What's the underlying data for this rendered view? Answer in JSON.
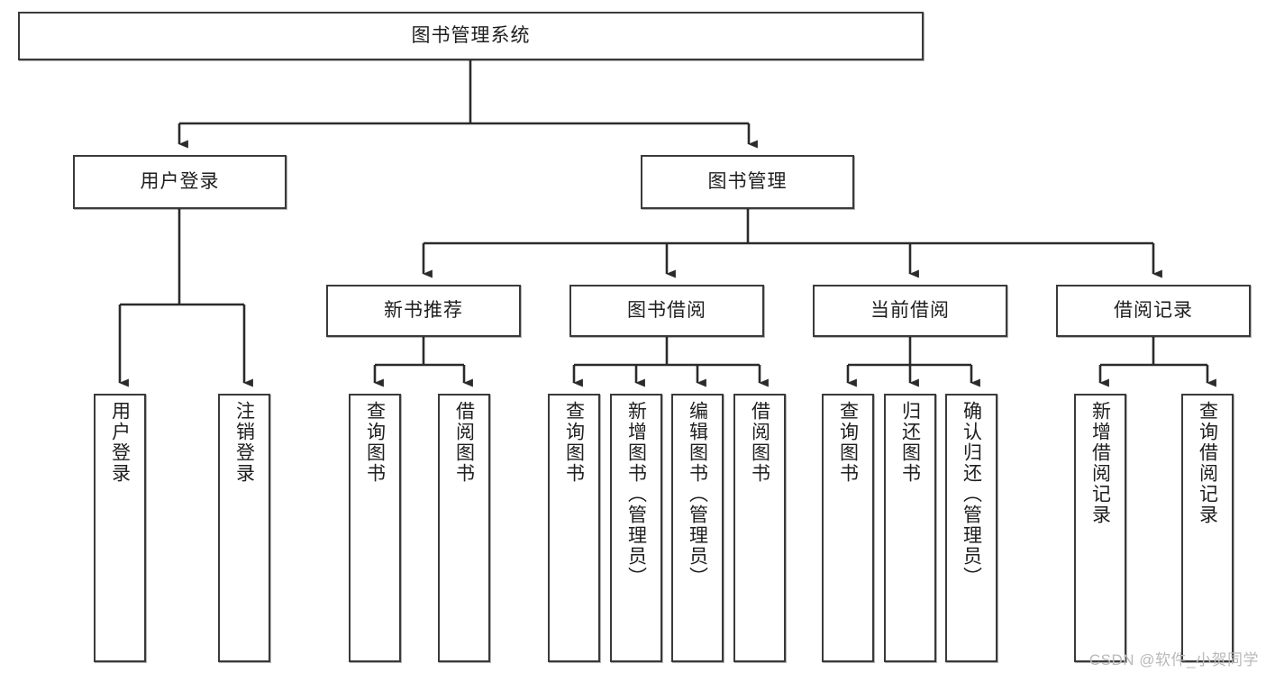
{
  "diagram": {
    "title": "图书管理系统",
    "type": "tree-hierarchy",
    "watermark": "CSDN @软件_小贺同学",
    "colors": {
      "box_stroke": "#3a3a3a",
      "box_fill": "#ffffff",
      "edge": "#2b2b2b",
      "text": "#1e1e1e",
      "watermark": "#b9b9b9"
    },
    "nodes": {
      "root": {
        "label": "图书管理系统"
      },
      "level2": [
        {
          "id": "user-login",
          "label": "用户登录"
        },
        {
          "id": "book-manage",
          "label": "图书管理"
        }
      ],
      "level3": [
        {
          "id": "new-book-recommend",
          "label": "新书推荐"
        },
        {
          "id": "book-borrow",
          "label": "图书借阅"
        },
        {
          "id": "current-borrow",
          "label": "当前借阅"
        },
        {
          "id": "borrow-record",
          "label": "借阅记录"
        }
      ],
      "leaves": {
        "user-login": [
          {
            "id": "leaf-user-login",
            "label": "用户登录"
          },
          {
            "id": "leaf-logout-login",
            "label": "注销登录"
          }
        ],
        "new-book-recommend": [
          {
            "id": "leaf-query-book-1",
            "label": "查询图书"
          },
          {
            "id": "leaf-borrow-book-1",
            "label": "借阅图书"
          }
        ],
        "book-borrow": [
          {
            "id": "leaf-query-book-2",
            "label": "查询图书"
          },
          {
            "id": "leaf-add-book",
            "label": "新增图书（管理员）"
          },
          {
            "id": "leaf-edit-book",
            "label": "编辑图书（管理员）"
          },
          {
            "id": "leaf-borrow-book-2",
            "label": "借阅图书"
          }
        ],
        "current-borrow": [
          {
            "id": "leaf-query-book-3",
            "label": "查询图书"
          },
          {
            "id": "leaf-return-book",
            "label": "归还图书"
          },
          {
            "id": "leaf-confirm-return",
            "label": "确认归还（管理员）"
          }
        ],
        "borrow-record": [
          {
            "id": "leaf-add-record",
            "label": "新增借阅记录"
          },
          {
            "id": "leaf-query-record",
            "label": "查询借阅记录"
          }
        ]
      }
    }
  }
}
